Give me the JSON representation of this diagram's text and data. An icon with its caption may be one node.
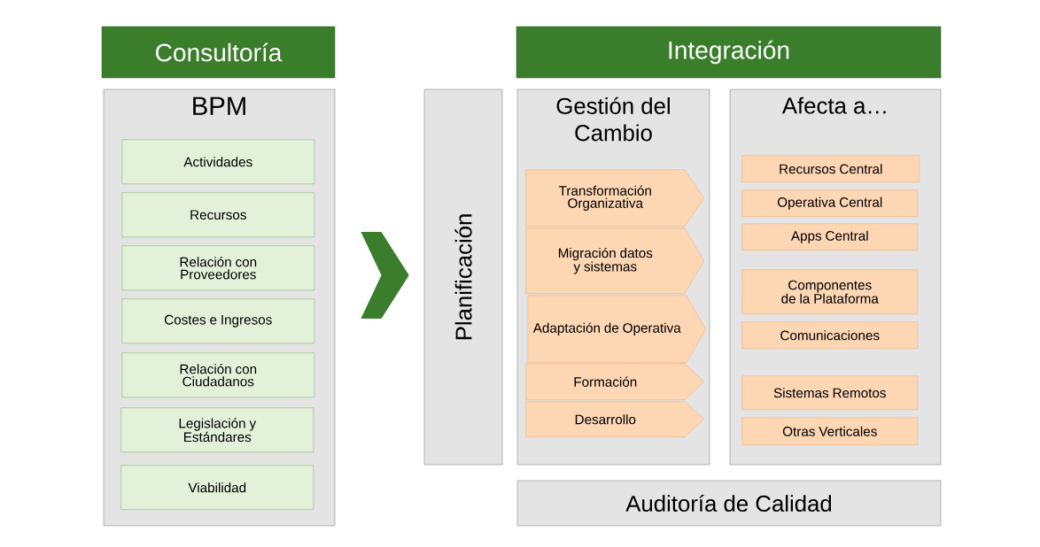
{
  "diagram": {
    "nodes": [
      {
        "text": [
          "Consultoría"
        ]
      },
      {
        "text": [
          "BPM"
        ]
      },
      {
        "text": [
          "Actividades"
        ],
        "in": 1
      },
      {
        "text": [
          "Recursos"
        ],
        "in": 1
      },
      {
        "text": [
          "Relación con Proveedores"
        ],
        "in": 1
      },
      {
        "text": [
          "Costes e Ingresos"
        ],
        "in": 1
      },
      {
        "text": [
          "Relación con Ciudadanos"
        ],
        "in": 1
      },
      {
        "text": [
          "Legislación y Estándares"
        ],
        "in": 1
      },
      {
        "text": [
          "Viabilidad"
        ],
        "in": 1
      },
      {
        "text": [
          "Integración"
        ]
      },
      {
        "text": [
          "Planificación"
        ]
      },
      {
        "text": [
          "Gestión del Cambio"
        ]
      },
      {
        "text": [
          "Transformación Organizativa"
        ],
        "in": 11
      },
      {
        "text": [
          "Migración datos y sistemas"
        ],
        "in": 11
      },
      {
        "text": [
          "Adaptación de Operativa"
        ],
        "in": 11
      },
      {
        "text": [
          "Formación"
        ],
        "in": 11
      },
      {
        "text": [
          "Desarrollo"
        ],
        "in": 11
      },
      {
        "text": [
          "Afecta a…"
        ]
      },
      {
        "text": [
          "Recursos Central"
        ],
        "in": 17
      },
      {
        "text": [
          "Operativa Central"
        ],
        "in": 17
      },
      {
        "text": [
          "Apps Central"
        ],
        "in": 17
      },
      {
        "text": [
          "Componentes de la Plataforma"
        ],
        "in": 17
      },
      {
        "text": [
          "Comunicaciones"
        ],
        "in": 17
      },
      {
        "text": [
          "Sistemas Remotos"
        ],
        "in": 17
      },
      {
        "text": [
          "Otras Verticales"
        ],
        "in": 17
      },
      {
        "text": [
          "Auditoría de Calidad"
        ]
      }
    ],
    "edges": [
      {
        "from": 1,
        "to": 10,
        "arrow": "to"
      }
    ]
  }
}
